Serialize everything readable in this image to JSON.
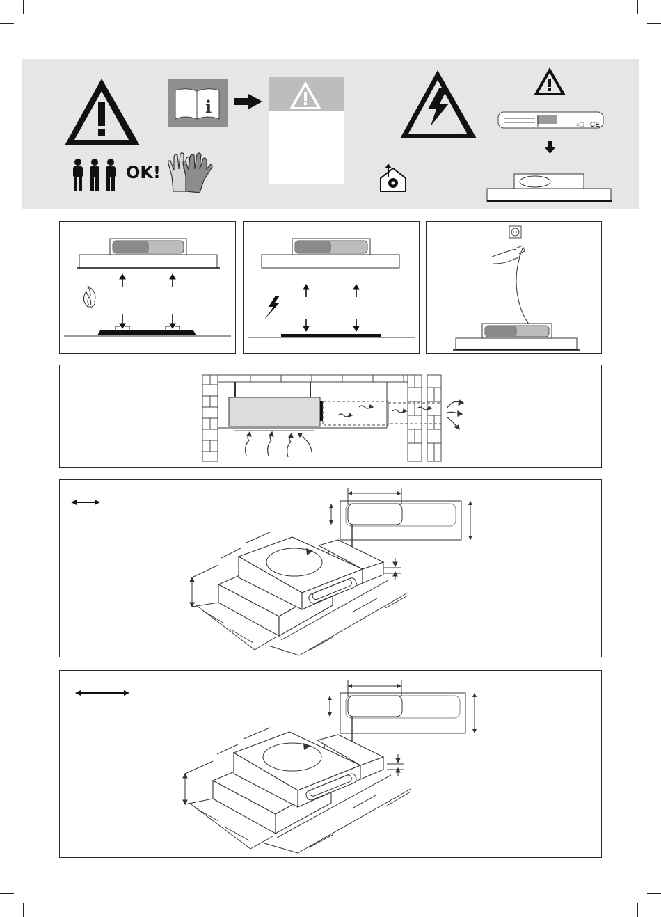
{
  "page": {
    "background": "#ffffff",
    "banner_color": "#e6e6e6",
    "line_color": "#2b2b2b"
  },
  "safety_banner": {
    "ok_label": "OK!",
    "icons": [
      "warning-triangle-icon",
      "three-persons-icon",
      "gloves-icon",
      "manual-info-icon",
      "arrow-right-icon",
      "warning-box-icon",
      "electric-hazard-icon",
      "house-ventilation-icon",
      "rating-label-icon",
      "arrow-down-icon",
      "hood-unit-icon"
    ]
  },
  "row_panels": {
    "panel1_icons": [
      "flame-icon",
      "arrow-up-icon",
      "arrow-down-icon"
    ],
    "panel2_icons": [
      "lightning-icon",
      "arrow-up-icon",
      "arrow-down-icon"
    ],
    "panel3_icons": [
      "socket-icon",
      "hand-plug-icon"
    ]
  },
  "installation_view": {
    "icons": [
      "ceiling-duct-diagram",
      "airflow-arrows-icon"
    ]
  },
  "dimension_views": {
    "icons": [
      "double-arrow-short-icon",
      "double-arrow-long-icon",
      "isometric-hood-diagram"
    ]
  }
}
